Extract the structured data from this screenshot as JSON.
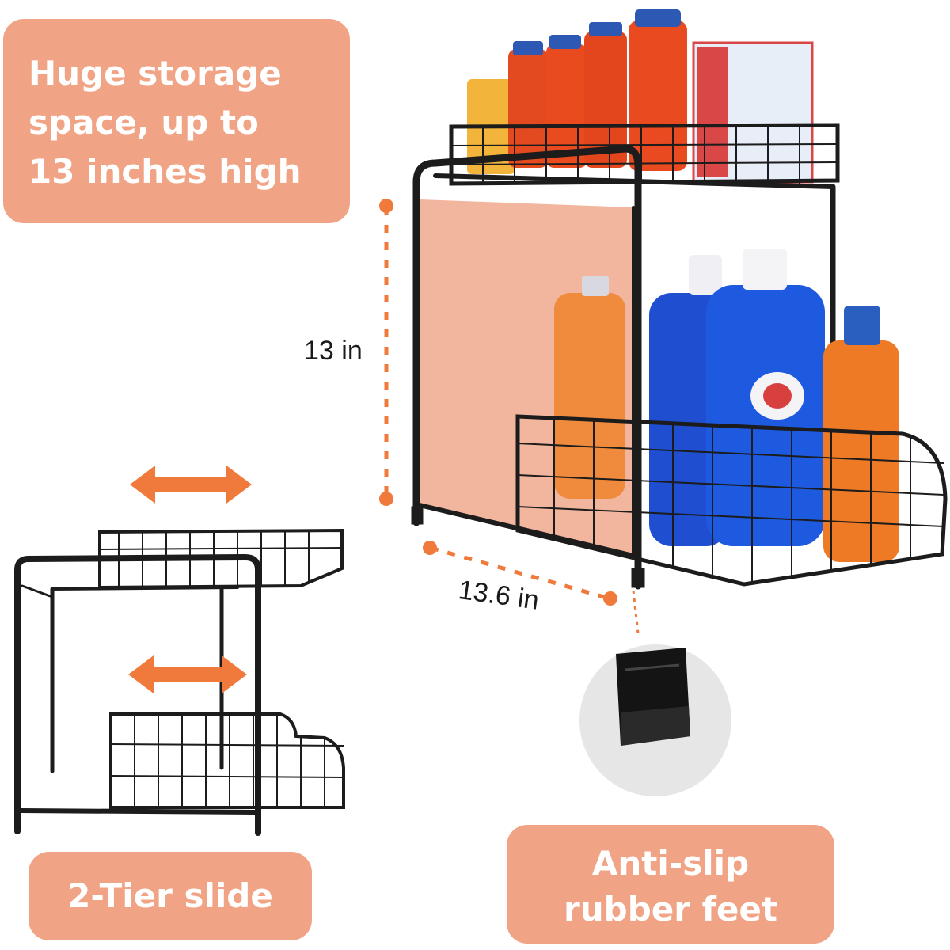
{
  "callouts": {
    "storage": [
      "Huge storage",
      "space, up to",
      "13 inches high"
    ],
    "slide": "2-Tier slide",
    "feet": [
      "Anti-slip",
      "rubber feet"
    ]
  },
  "dimensions": {
    "height": "13 in",
    "width": "13.6 in"
  },
  "colors": {
    "callout_bg": "#f0a485",
    "accent_orange": "#f07a3c",
    "rack_black": "#1c1c1c"
  }
}
